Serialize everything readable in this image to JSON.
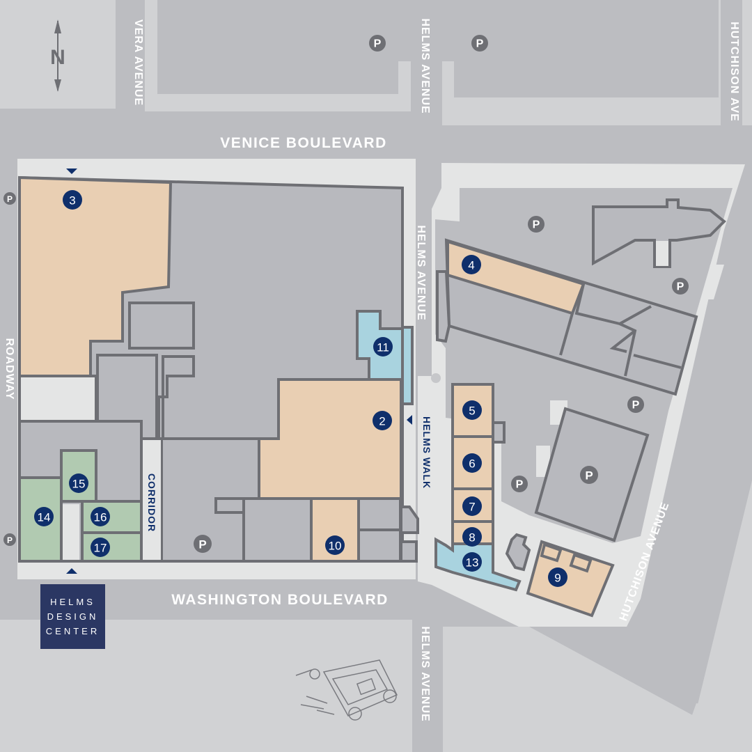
{
  "streets": {
    "venice": "VENICE BOULEVARD",
    "washington": "WASHINGTON BOULEVARD",
    "vera": "VERA AVENUE",
    "helms_top": "HELMS AVENUE",
    "helms_mid": "HELMS AVENUE",
    "helms_bottom": "HELMS AVENUE",
    "hutchison_top": "HUTCHISON AVE",
    "hutchison": "HUTCHISON AVENUE",
    "roadway": "ROADWAY",
    "helms_walk": "HELMS WALK",
    "corridor": "CORRIDOR"
  },
  "compass": {
    "label": "N"
  },
  "parking_label": "P",
  "buildings": {
    "b2": "2",
    "b3": "3",
    "b4": "4",
    "b5": "5",
    "b6": "6",
    "b7": "7",
    "b8": "8",
    "b9": "9",
    "b10": "10",
    "b11": "11",
    "b13": "13",
    "b14": "14",
    "b15": "15",
    "b16": "16",
    "b17": "17"
  },
  "logo": {
    "line1": "HELMS",
    "line2": "DESIGN",
    "line3": "CENTER"
  },
  "colors": {
    "navy": "#0f2f6b",
    "showroom": "#e9cfb3",
    "blue": "#a9d3df",
    "green": "#b1cab1",
    "road": "#bcbdc1"
  }
}
